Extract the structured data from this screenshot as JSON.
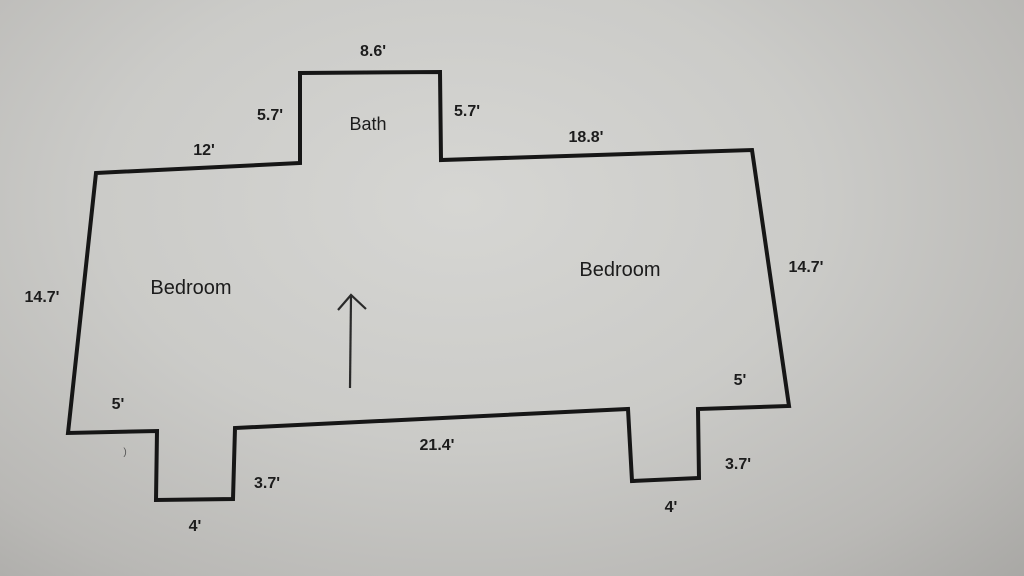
{
  "rooms": {
    "bath": "Bath",
    "bedroom_left": "Bedroom",
    "bedroom_right": "Bedroom"
  },
  "dimensions": {
    "bath_top": "8.6'",
    "bath_left_wall": "5.7'",
    "bath_right_wall": "5.7'",
    "top_left_wall": "12'",
    "top_right_wall": "18.8'",
    "left_wall": "14.7'",
    "right_wall": "14.7'",
    "bottom_wall": "21.4'",
    "left_ledge": "5'",
    "right_ledge": "5'",
    "left_bay_side": "3.7'",
    "right_bay_side": "3.7'",
    "left_bay_width": "4'",
    "right_bay_width": "4'"
  },
  "marks": {
    "stray_mark": ")"
  }
}
